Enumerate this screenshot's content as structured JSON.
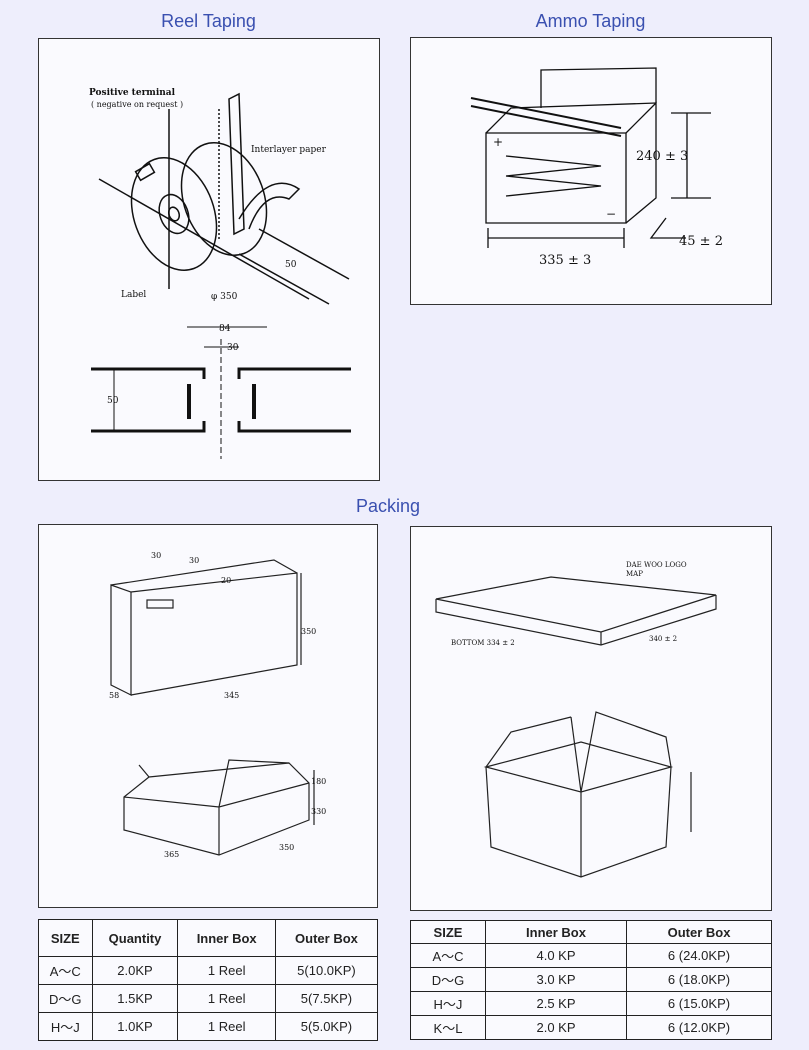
{
  "titles": {
    "reel": "Reel Taping",
    "ammo": "Ammo Taping",
    "packing": "Packing"
  },
  "reel_drawing": {
    "positive_terminal": "Positive terminal",
    "negative_on_request": "( negative on request )",
    "interlayer_paper": "Interlayer paper",
    "label": "Label",
    "diameter": "φ 350",
    "width_50": "50",
    "dim_84": "84",
    "dim_30": "30",
    "dim_50_side": "50"
  },
  "ammo_drawing": {
    "height": "240 ± 3",
    "width": "335 ± 3",
    "depth": "45 ± 2",
    "plus": "+",
    "minus": "−"
  },
  "inner_box_drawing": {
    "d1": "30",
    "d2": "30",
    "d3": "20",
    "height": "350",
    "length": "345",
    "depth": "58"
  },
  "outer_box_drawing": {
    "top": "180",
    "height": "330",
    "length": "365",
    "depth": "350"
  },
  "tray_drawing": {
    "note_line1": "DAE WOO LOGO",
    "note_line2": "MAP",
    "bottom": "BOTTOM 334 ± 2",
    "side": "340 ± 2"
  },
  "table_reel": {
    "headers": [
      "SIZE",
      "Quantity",
      "Inner Box",
      "Outer Box"
    ],
    "rows": [
      [
        "A～C",
        "2.0KP",
        "1 Reel",
        "5(10.0KP)"
      ],
      [
        "D～G",
        "1.5KP",
        "1 Reel",
        "5(7.5KP)"
      ],
      [
        "H～J",
        "1.0KP",
        "1 Reel",
        "5(5.0KP)"
      ]
    ]
  },
  "table_ammo": {
    "headers": [
      "SIZE",
      "Inner Box",
      "Outer Box"
    ],
    "rows": [
      [
        "A～C",
        "4.0 KP",
        "6 (24.0KP)"
      ],
      [
        "D～G",
        "3.0 KP",
        "6 (18.0KP)"
      ],
      [
        "H～J",
        "2.5 KP",
        "6 (15.0KP)"
      ],
      [
        "K～L",
        "2.0 KP",
        "6 (12.0KP)"
      ]
    ]
  }
}
